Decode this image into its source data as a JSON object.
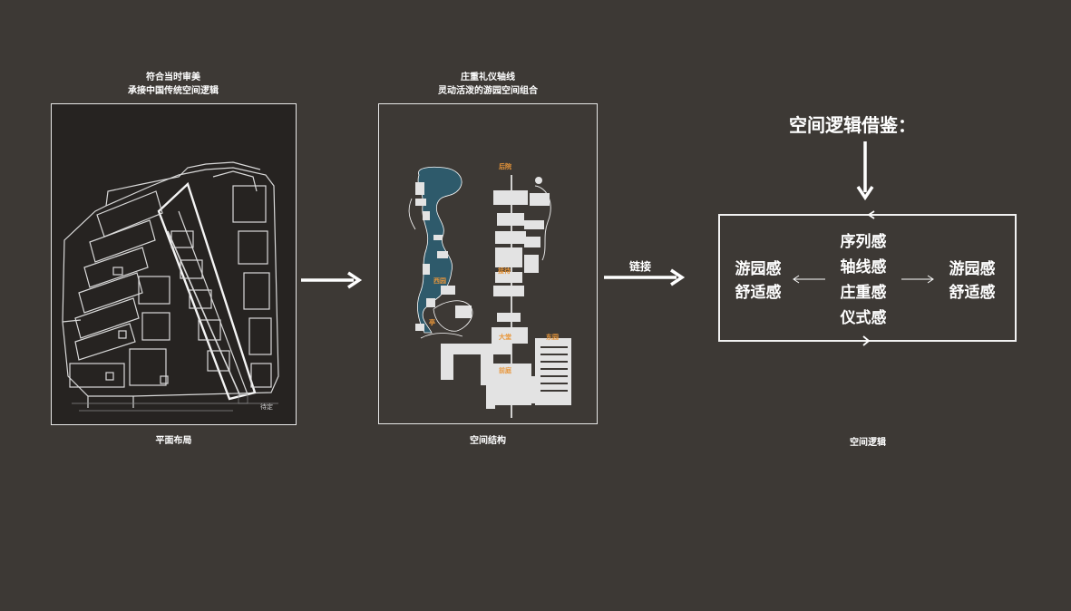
{
  "panel1": {
    "caption_lines": [
      "符合当时审美",
      "承接中国传统空间逻辑"
    ],
    "footer": "平面布局",
    "map_note": "待定"
  },
  "panel2": {
    "caption_lines": [
      "庄重礼仪轴线",
      "灵动活泼的游园空间组合"
    ],
    "footer": "空间结构",
    "labels": {
      "houyuan": "后院",
      "jiedai": "接待",
      "xiyuan": "西园",
      "dating": "大堂",
      "dongyuan": "东园",
      "qianting": "前庭",
      "ting": "亭"
    }
  },
  "link_label": "链接",
  "logic": {
    "heading": "空间逻辑借鉴：",
    "left_lines": [
      "游园感",
      "舒适感"
    ],
    "center_lines": [
      "序列感",
      "轴线感",
      "庄重感",
      "仪式感"
    ],
    "right_lines": [
      "游园感",
      "舒适感"
    ],
    "footer": "空间逻辑"
  },
  "colors": {
    "background": "#3d3935",
    "line": "#f2f2f2",
    "water": "#2e5a6b",
    "label": "#e8963a"
  }
}
